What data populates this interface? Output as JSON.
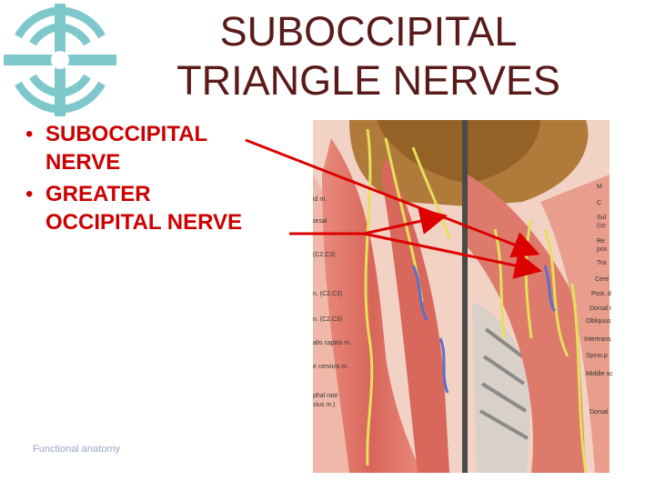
{
  "slide": {
    "title_line1": "SUBOCCIPITAL",
    "title_line2": "TRIANGLE NERVES",
    "bullets": [
      {
        "line1": "SUBOCCIPITAL",
        "line2": "NERVE"
      },
      {
        "line1": "GREATER",
        "line2": "OCCIPITAL NERVE"
      }
    ],
    "footer": "Functional anatomy"
  },
  "illustration": {
    "left_labels": [
      "id m.",
      "orsal",
      "(C2,C3)",
      "n. (C2,C3)",
      "n. (C2,C3)",
      "alis capitis m.",
      "e cervicis m.",
      "phal root",
      "zius m.)"
    ],
    "right_labels": [
      "M",
      "C",
      "Sul",
      "(co",
      "Re",
      "pos",
      "Tra",
      "Cere",
      "Post. d",
      "Dorsal r",
      "Obliquus",
      "Intertrans",
      "Spino.p",
      "Middle sc",
      "Dorsal"
    ]
  },
  "colors": {
    "title": "#5a1a1a",
    "bullet_text": "#cc0000",
    "arrow": "#dd0000",
    "footer": "#9aa6c8",
    "logo": "#7ec8cc"
  }
}
